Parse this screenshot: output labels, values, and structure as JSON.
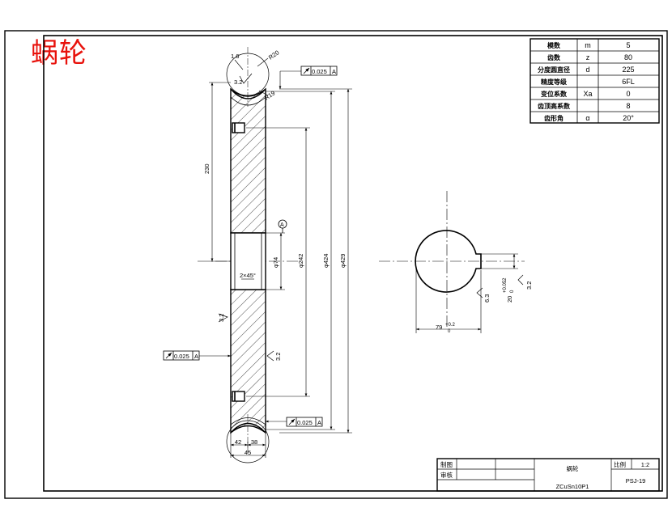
{
  "corner_title": "蜗轮",
  "params": [
    {
      "name": "模数",
      "symbol": "m",
      "value": "5"
    },
    {
      "name": "齿数",
      "symbol": "z",
      "value": "80"
    },
    {
      "name": "分度圆直径",
      "symbol": "d",
      "value": "225"
    },
    {
      "name": "精度等级",
      "symbol": "",
      "value": "6FL"
    },
    {
      "name": "变位系数",
      "symbol": "Xa",
      "value": "0"
    },
    {
      "name": "齿顶高系数",
      "symbol": "",
      "value": "8"
    },
    {
      "name": "齿形角",
      "symbol": "α",
      "value": "20°"
    }
  ],
  "dims": {
    "tip_r": "1.6",
    "r_outer": "R20",
    "rough_top": "3.2",
    "r_inner": "R19",
    "tol_top": "0.025",
    "datum_ref": "A",
    "d230": "230",
    "datum_label": "A",
    "d74": "φ74",
    "d242": "φ242",
    "d424": "φ424",
    "d429": "φ429",
    "chamfer": "2×45°",
    "rough_left": "3.2",
    "tol_left": "0.025",
    "rough_face": "3.2",
    "tol_bottom": "0.025",
    "w42": "42",
    "w38": "38",
    "w45": "45",
    "key_rough1": "6.3",
    "key_width": "20",
    "key_width_tol_up": "+0.052",
    "key_width_tol_low": "0",
    "key_rough2": "3.2",
    "key_depth": "79",
    "key_depth_tol_up": "+0.2",
    "key_depth_tol_low": "0"
  },
  "title_block": {
    "drawn_label": "制图",
    "checked_label": "审核",
    "part_name": "蜗轮",
    "scale_label": "比例",
    "scale_value": "1:2",
    "material": "ZCuSn10P1",
    "drawing_no": "PSJ-19"
  }
}
